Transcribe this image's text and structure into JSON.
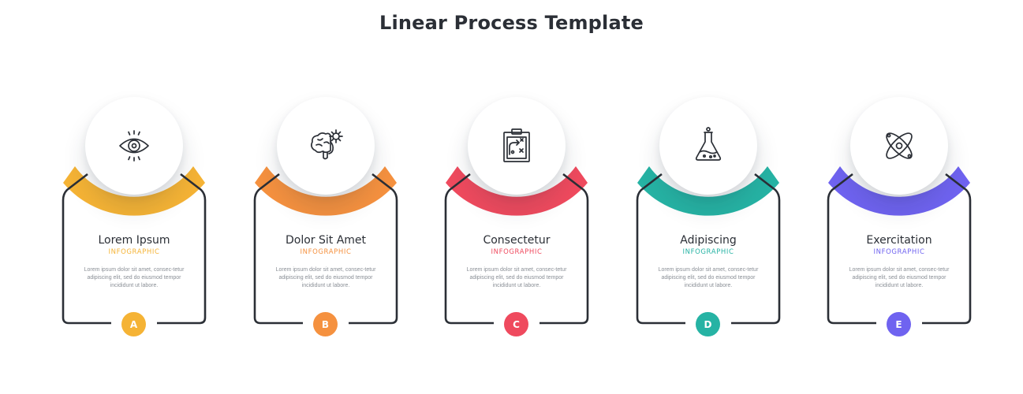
{
  "title": "Linear Process Template",
  "steps": [
    {
      "letter": "A",
      "title": "Lorem Ipsum",
      "subtitle": "INFOGRAPHIC",
      "description": "Lorem ipsum dolor sit amet, consec-tetur adipiscing elit, sed do eiusmod tempor incididunt ut labore.",
      "color": "#f5b335",
      "icon": "eye-icon"
    },
    {
      "letter": "B",
      "title": "Dolor Sit Amet",
      "subtitle": "INFOGRAPHIC",
      "description": "Lorem ipsum dolor sit amet, consec-tetur adipiscing elit, sed do eiusmod tempor incididunt ut labore.",
      "color": "#f5913f",
      "icon": "brain-gear-icon"
    },
    {
      "letter": "C",
      "title": "Consectetur",
      "subtitle": "INFOGRAPHIC",
      "description": "Lorem ipsum dolor sit amet, consec-tetur adipiscing elit, sed do eiusmod tempor incididunt ut labore.",
      "color": "#ef4a5e",
      "icon": "strategy-clipboard-icon"
    },
    {
      "letter": "D",
      "title": "Adipiscing",
      "subtitle": "INFOGRAPHIC",
      "description": "Lorem ipsum dolor sit amet, consec-tetur adipiscing elit, sed do eiusmod tempor incididunt ut labore.",
      "color": "#26b3a4",
      "icon": "flask-icon"
    },
    {
      "letter": "E",
      "title": "Exercitation",
      "subtitle": "INFOGRAPHIC",
      "description": "Lorem ipsum dolor sit amet, consec-tetur adipiscing elit, sed do eiusmod tempor incididunt ut labore.",
      "color": "#6f63f0",
      "icon": "atom-icon"
    }
  ]
}
